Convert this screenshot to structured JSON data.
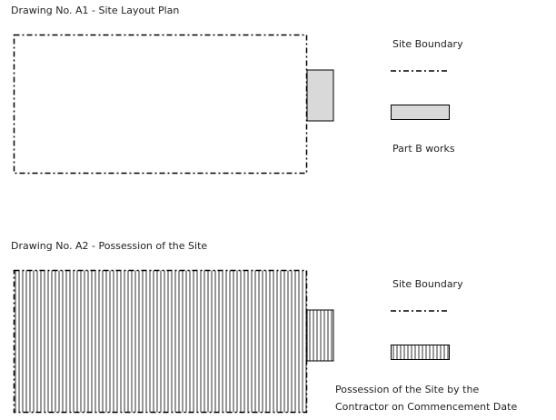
{
  "drawing_a1": {
    "title": "Drawing No. A1 - Site Layout Plan",
    "legend": {
      "site_boundary": "Site Boundary",
      "part_b_works": "Part B works"
    }
  },
  "drawing_a2": {
    "title": "Drawing No. A2 - Possession of the Site",
    "legend": {
      "site_boundary": "Site Boundary",
      "possession_line1": "Possession of the Site by the",
      "possession_line2": "Contractor on Commencement Date"
    }
  },
  "colors": {
    "boundary_stroke": "#000000",
    "part_b_fill": "#d9d9d9",
    "hatch_stroke": "#333333"
  }
}
